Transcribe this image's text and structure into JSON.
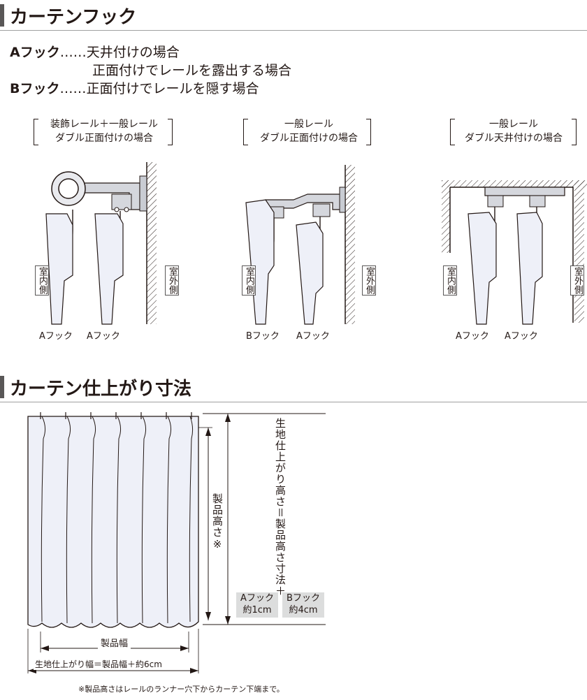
{
  "section1": {
    "title": "カーテンフック"
  },
  "hooks": {
    "a_label": "Aフック",
    "a_dots": "……",
    "a_line1": "天井付けの場合",
    "a_line2": "正面付けでレールを露出する場合",
    "b_label": "Bフック",
    "b_dots": "……",
    "b_line1": "正面付けでレールを隠す場合"
  },
  "diagrams": [
    {
      "title1": "装飾レール＋一般レール",
      "title2": "ダブル正面付けの場合",
      "indoor": "室内側",
      "outdoor": "室外側",
      "hook_left": "Aフック",
      "hook_right": "Aフック"
    },
    {
      "title1": "一般レール",
      "title2": "ダブル正面付けの場合",
      "indoor": "室内側",
      "outdoor": "室外側",
      "hook_left": "Bフック",
      "hook_right": "Aフック"
    },
    {
      "title1": "一般レール",
      "title2": "ダブル天井付けの場合",
      "indoor": "室内側",
      "outdoor": "室外側",
      "hook_left": "Aフック",
      "hook_right": "Aフック"
    }
  ],
  "section2": {
    "title": "カーテン仕上がり寸法"
  },
  "dimensions": {
    "product_height": "製品高さ※",
    "fabric_height": "生地仕上がり高さ＝製品高さ寸法＋",
    "a_hook_name": "Aフック",
    "a_hook_value": "約1cm",
    "b_hook_name": "Bフック",
    "b_hook_value": "約4cm",
    "product_width": "製品幅",
    "fabric_width": "生地仕上がり幅＝製品幅＋約6cm",
    "note": "※製品高さはレールのランナー穴下からカーテン下端まで。"
  },
  "colors": {
    "accent_bar": "#595757",
    "rule": "#9fa0a0",
    "curtain_fill": "#eef0f8",
    "gray_box": "#dcdddd",
    "line": "#231815"
  }
}
